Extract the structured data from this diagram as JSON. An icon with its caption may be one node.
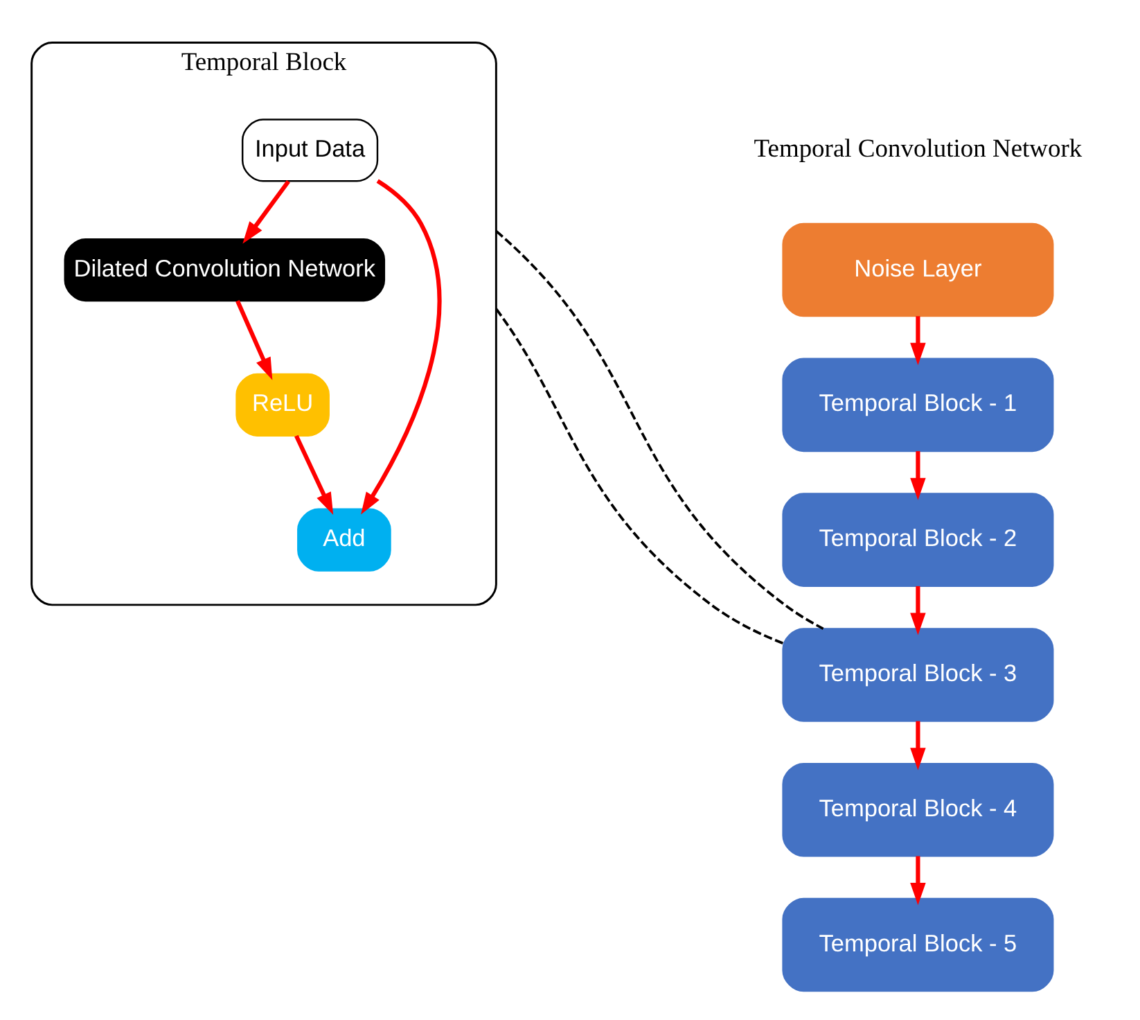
{
  "diagram": {
    "nodes": [
      {
        "text": [
          "Temporal Block"
        ]
      },
      {
        "text": [
          "Input Data"
        ],
        "in": 0
      },
      {
        "text": [
          "Dilated Convolution Network"
        ],
        "in": 0
      },
      {
        "text": [
          "ReLU"
        ],
        "in": 0
      },
      {
        "text": [
          "Add"
        ],
        "in": 0
      },
      {
        "text": [
          "Noise Layer"
        ]
      },
      {
        "text": [
          "Temporal Block - 1"
        ]
      },
      {
        "text": [
          "Temporal Block - 2"
        ]
      },
      {
        "text": [
          "Temporal Block - 3"
        ]
      },
      {
        "text": [
          "Temporal Block - 4"
        ]
      },
      {
        "text": [
          "Temporal Block - 5"
        ]
      }
    ],
    "edges": [
      {
        "from": 1,
        "to": 2,
        "arrow": "to"
      },
      {
        "from": 2,
        "to": 3,
        "arrow": "to"
      },
      {
        "from": 3,
        "to": 4,
        "arrow": "to"
      },
      {
        "from": 1,
        "to": 4,
        "arrow": "to"
      },
      {
        "from": 5,
        "to": 6,
        "arrow": "to"
      },
      {
        "from": 6,
        "to": 7,
        "arrow": "to"
      },
      {
        "from": 7,
        "to": 8,
        "arrow": "to"
      },
      {
        "from": 8,
        "to": 9,
        "arrow": "to"
      },
      {
        "from": 9,
        "to": 10,
        "arrow": "to"
      },
      {
        "from": 0,
        "to": 8,
        "arrow": "none",
        "style": "dashed",
        "color": "#000000"
      },
      {
        "from": 0,
        "to": 8,
        "arrow": "none",
        "style": "dashed",
        "color": "#000000"
      }
    ],
    "labels": [
      "Temporal Convolution Network"
    ]
  }
}
